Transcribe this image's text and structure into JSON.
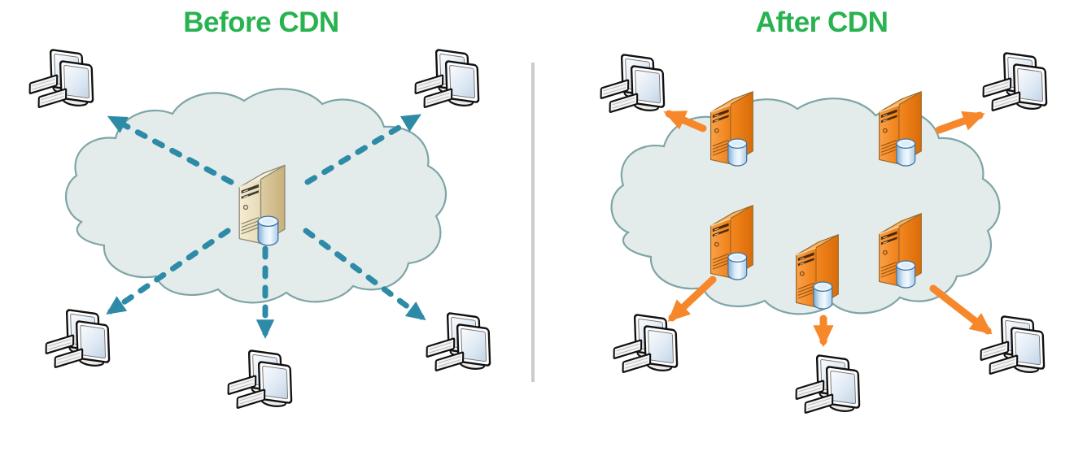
{
  "panels": {
    "before": {
      "title": "Before CDN",
      "server_type": "origin-server",
      "server_count": 1,
      "client_group_count": 5,
      "arrow_style": "dashed",
      "arrow_color": "#2e8ba8"
    },
    "after": {
      "title": "After CDN",
      "server_type": "edge-server",
      "server_count": 5,
      "client_group_count": 5,
      "arrow_style": "solid",
      "arrow_color": "#f6882b"
    }
  },
  "colors": {
    "title-green": "#28b250",
    "teal-arrow": "#2e8ba8",
    "orange-arrow": "#f6882b",
    "cloud-fill": "#e4ebeb",
    "cloud-stroke": "#7ea5a7",
    "divider-gray": "#cbcbcb",
    "server-beige": "#efe5c4",
    "server-orange": "#f78c2a",
    "database-blue": "#a8cbe8"
  },
  "icons": {
    "origin_server": "server-tower-with-database-icon",
    "edge_server": "server-tower-with-database-icon",
    "clients": "client-workstations-icon",
    "cloud": "internet-cloud-shape"
  }
}
